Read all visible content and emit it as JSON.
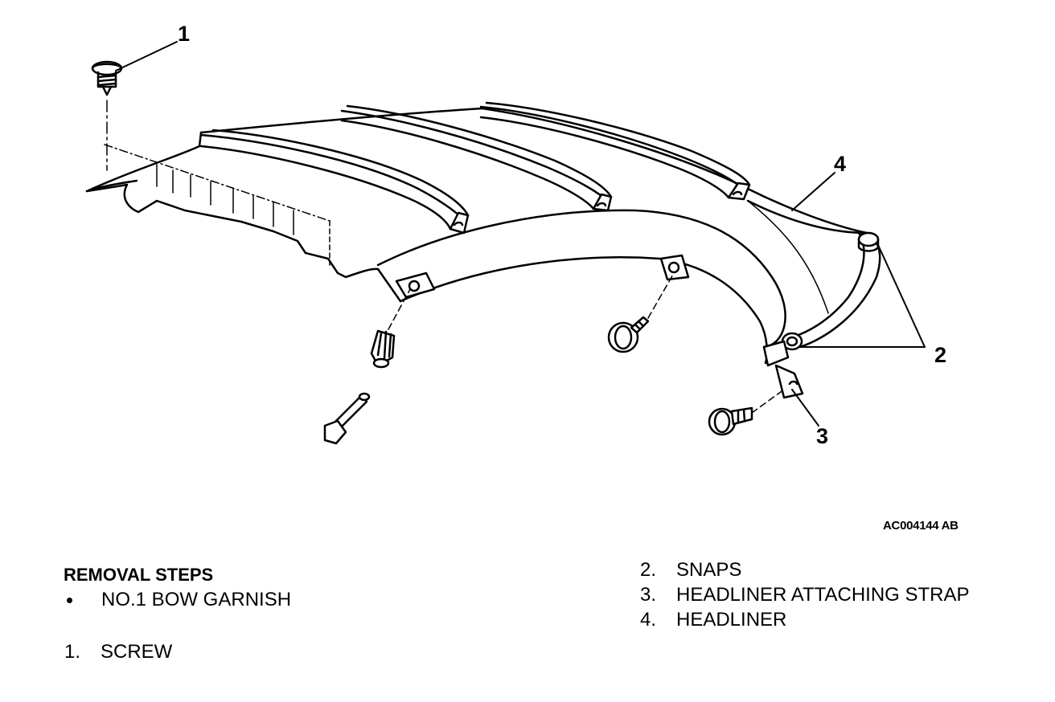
{
  "callouts": {
    "c1": "1",
    "c2": "2",
    "c3": "3",
    "c4": "4"
  },
  "figure_code": "AC004144 AB",
  "legend": {
    "heading": "REMOVAL STEPS",
    "bullet_item": "NO.1 BOW GARNISH",
    "steps": [
      {
        "num": "1.",
        "label": "SCREW"
      },
      {
        "num": "2.",
        "label": "SNAPS"
      },
      {
        "num": "3.",
        "label": "HEADLINER ATTACHING STRAP"
      },
      {
        "num": "4.",
        "label": "HEADLINER"
      }
    ]
  }
}
